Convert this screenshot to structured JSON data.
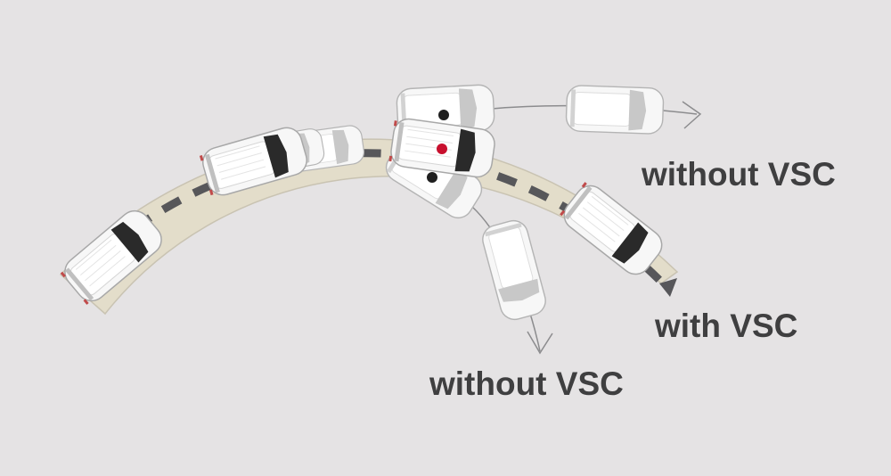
{
  "labels": {
    "understeer": "without VSC",
    "with_vsc": "with VSC",
    "oversteer": "without VSC"
  },
  "colors": {
    "background": "#e5e3e4",
    "road_fill": "#e3ddca",
    "road_edge": "#c9c3b2",
    "dashed_path": "#57575a",
    "arrow_line": "#8c8c8e",
    "car_body": "#f7f7f7",
    "car_glass": "#2a2a2a",
    "car_glass_ghost": "#c8c8c8",
    "skid_point_red": "#c8102e",
    "skid_point_black": "#1f1f1f",
    "label_text": "#3f3f40"
  },
  "icons": {
    "car": "minivan-top-view-icon",
    "arrow": "open-arrowhead-icon",
    "marker": "circle-dot-icon"
  }
}
